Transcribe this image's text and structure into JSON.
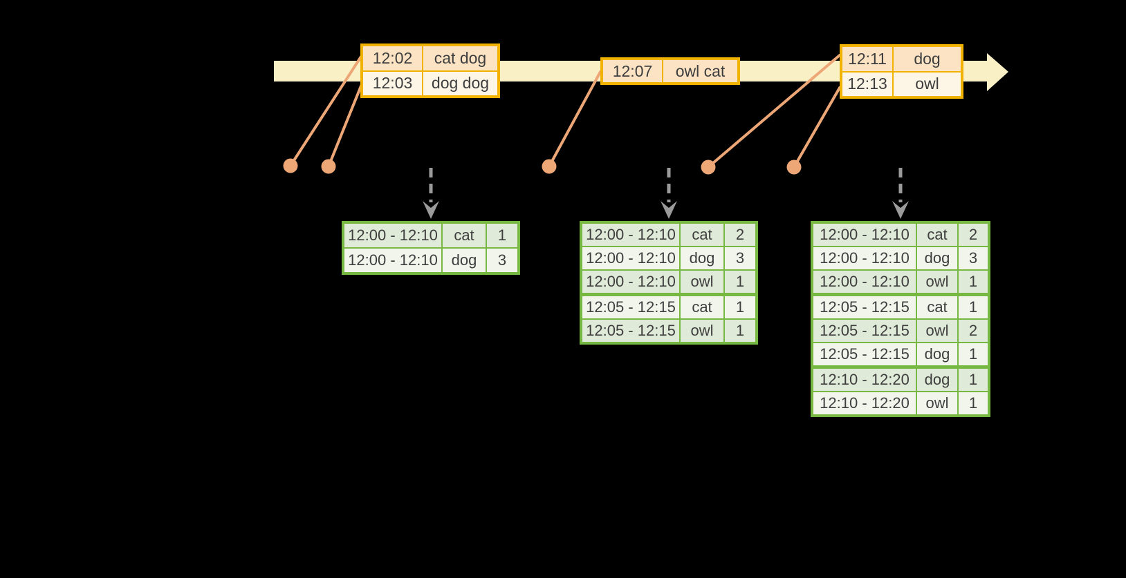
{
  "diagram": {
    "kind": "streaming-windowed-aggregation-late-data",
    "colors": {
      "background": "#000000",
      "timeline_band": "#FAF0C6",
      "event_border": "#F2B200",
      "event_fill_dark": "#FBE3C4",
      "event_fill_light": "#FDF5E6",
      "result_border": "#77B843",
      "result_fill_dark": "#E0EAD8",
      "result_fill_light": "#F1F5EC",
      "connector_orange": "#EDA776",
      "trigger_arrow_gray": "#9B9B9B",
      "text": "#3E3E3E"
    }
  },
  "event_tables": [
    {
      "rows": [
        {
          "time": "12:02",
          "words": "cat dog"
        },
        {
          "time": "12:03",
          "words": "dog dog"
        }
      ]
    },
    {
      "rows": [
        {
          "time": "12:07",
          "words": "owl cat"
        }
      ]
    },
    {
      "rows": [
        {
          "time": "12:11",
          "words": "dog"
        },
        {
          "time": "12:13",
          "words": "owl"
        }
      ]
    }
  ],
  "result_tables": [
    {
      "rows": [
        {
          "window": "12:00 - 12:10",
          "word": "cat",
          "count": "1"
        },
        {
          "window": "12:00 - 12:10",
          "word": "dog",
          "count": "3"
        }
      ]
    },
    {
      "rows": [
        {
          "window": "12:00 - 12:10",
          "word": "cat",
          "count": "2"
        },
        {
          "window": "12:00 - 12:10",
          "word": "dog",
          "count": "3"
        },
        {
          "window": "12:00 - 12:10",
          "word": "owl",
          "count": "1"
        },
        {
          "window": "12:05 - 12:15",
          "word": "cat",
          "count": "1"
        },
        {
          "window": "12:05 - 12:15",
          "word": "owl",
          "count": "1"
        }
      ]
    },
    {
      "rows": [
        {
          "window": "12:00 - 12:10",
          "word": "cat",
          "count": "2"
        },
        {
          "window": "12:00 - 12:10",
          "word": "dog",
          "count": "3"
        },
        {
          "window": "12:00 - 12:10",
          "word": "owl",
          "count": "1"
        },
        {
          "window": "12:05 - 12:15",
          "word": "cat",
          "count": "1"
        },
        {
          "window": "12:05 - 12:15",
          "word": "owl",
          "count": "2"
        },
        {
          "window": "12:05 - 12:15",
          "word": "dog",
          "count": "1"
        },
        {
          "window": "12:10 - 12:20",
          "word": "dog",
          "count": "1"
        },
        {
          "window": "12:10 - 12:20",
          "word": "owl",
          "count": "1"
        }
      ]
    }
  ]
}
